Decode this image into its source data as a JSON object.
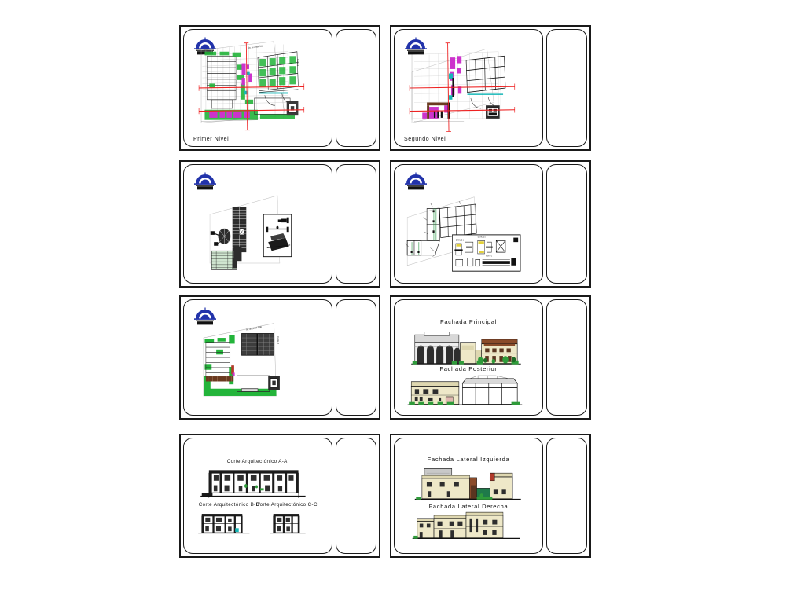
{
  "document": {
    "type": "cad-sheet-set-preview",
    "background_color": "#ffffff",
    "sheet_border_color": "#1a1a1a",
    "rows": 4,
    "columns": 2,
    "total_sheets": 8
  },
  "logo": {
    "name": "norte-dome-logo",
    "arc_color": "#2233aa",
    "text_color": "#111111",
    "caption": "NORTE"
  },
  "palette": {
    "wall_cream": "#eee8c8",
    "wall_cream_dark": "#ded7b0",
    "roof_brown": "#8a4b2a",
    "roof_brown_light": "#b0764a",
    "vegetation_green": "#2f9b3a",
    "vegetation_green_dark": "#1d6b26",
    "axis_red": "#ee2222",
    "cad_magenta": "#cc33cc",
    "cad_cyan": "#16b7b7",
    "cad_green": "#23b43a",
    "cad_gray": "#9a9a9a",
    "cad_black": "#111111",
    "cad_yellow": "#e3d13a",
    "opening_dark": "#3a3a3a"
  },
  "sheets": [
    {
      "id": "sheet-primer-nivel",
      "name": "primer-nivel",
      "caption": "Primer Nivel",
      "row": 1,
      "column": 1,
      "drawing_type": "architectural-floor-plan",
      "has_logo": true,
      "has_caption": true,
      "street_label_top": "Av. de Josue Sala",
      "street_label_right": "Calle 2"
    },
    {
      "id": "sheet-segundo-nivel",
      "name": "segundo-nivel",
      "caption": "Segundo Nivel",
      "row": 1,
      "column": 2,
      "drawing_type": "architectural-floor-plan",
      "has_logo": true,
      "has_caption": true,
      "street_label_top": "",
      "street_label_right": ""
    },
    {
      "id": "sheet-instalaciones",
      "name": "detalle-instalaciones",
      "caption": "",
      "row": 2,
      "column": 1,
      "drawing_type": "detail-plan-with-inset",
      "has_logo": true,
      "has_caption": false,
      "street_label_top": "",
      "street_label_right": ""
    },
    {
      "id": "sheet-estructural",
      "name": "plano-estructural",
      "caption": "",
      "row": 2,
      "column": 2,
      "drawing_type": "structural-plan-with-details",
      "has_logo": true,
      "has_caption": false,
      "street_label_top": "",
      "street_label_right": ""
    },
    {
      "id": "sheet-conjunto",
      "name": "planta-de-conjunto",
      "caption": "",
      "row": 3,
      "column": 1,
      "drawing_type": "site-roof-plan",
      "has_logo": true,
      "has_caption": false,
      "street_label_top": "Av. de Josue Sala",
      "street_label_right": "Calle 2"
    },
    {
      "id": "sheet-fachadas-frontales",
      "name": "fachadas-frontales",
      "caption": "",
      "row": 3,
      "column": 2,
      "drawing_type": "elevations",
      "has_logo": false,
      "has_caption": false,
      "elevations": [
        {
          "name": "fachada-principal",
          "label": "Fachada Principal"
        },
        {
          "name": "fachada-posterior",
          "label": "Fachada Posterior"
        }
      ]
    },
    {
      "id": "sheet-cortes",
      "name": "cortes-arquitectonicos",
      "caption": "",
      "row": 4,
      "column": 1,
      "drawing_type": "sections",
      "has_logo": false,
      "has_caption": false,
      "sections": [
        {
          "name": "corte-a-a",
          "label": "Corte Arquitectónico A-A'"
        },
        {
          "name": "corte-b-b",
          "label": "Corte Arquitectónico B-B'"
        },
        {
          "name": "corte-c-c",
          "label": "Corte Arquitectónico C-C'"
        }
      ]
    },
    {
      "id": "sheet-fachadas-laterales",
      "name": "fachadas-laterales",
      "caption": "",
      "row": 4,
      "column": 2,
      "drawing_type": "elevations",
      "has_logo": false,
      "has_caption": false,
      "elevations": [
        {
          "name": "fachada-lateral-izquierda",
          "label": "Fachada Lateral Izquierda"
        },
        {
          "name": "fachada-lateral-derecha",
          "label": "Fachada Lateral Derecha"
        }
      ]
    }
  ]
}
